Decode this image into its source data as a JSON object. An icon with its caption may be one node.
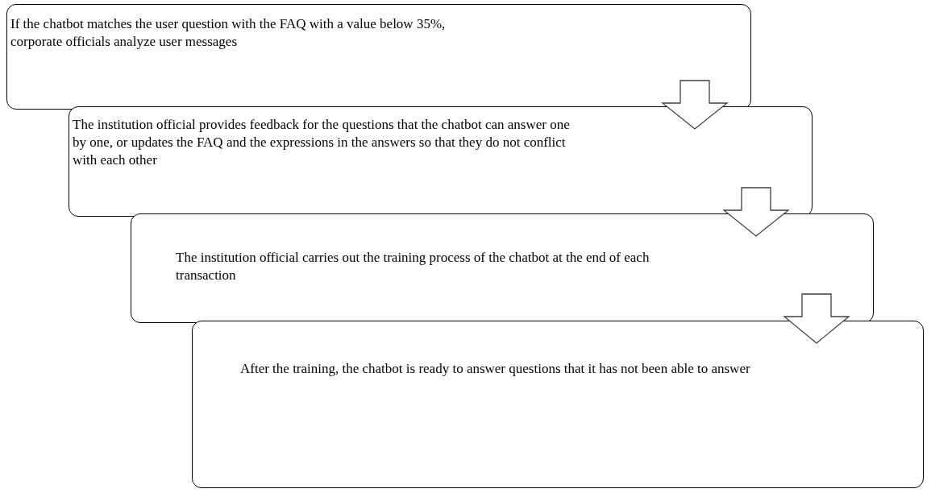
{
  "diagram": {
    "nodes": [
      {
        "text": [
          "If the chatbot matches the user question with the FAQ with a value below 35%, corporate officials analyze user messages"
        ]
      },
      {
        "text": [
          "The institution official provides feedback for the questions that the chatbot can answer one by one, or updates the FAQ and the expressions in the answers so that they do not conflict with each other"
        ]
      },
      {
        "text": [
          "The institution official carries out the training process of the chatbot at the end of each transaction"
        ]
      },
      {
        "text": [
          "After the training, the chatbot is ready to answer questions that it has not been able to answer"
        ]
      }
    ],
    "edges": [
      {
        "from": 0,
        "to": 1,
        "arrow": "to"
      },
      {
        "from": 1,
        "to": 2,
        "arrow": "to"
      },
      {
        "from": 2,
        "to": 3,
        "arrow": "to"
      }
    ]
  }
}
